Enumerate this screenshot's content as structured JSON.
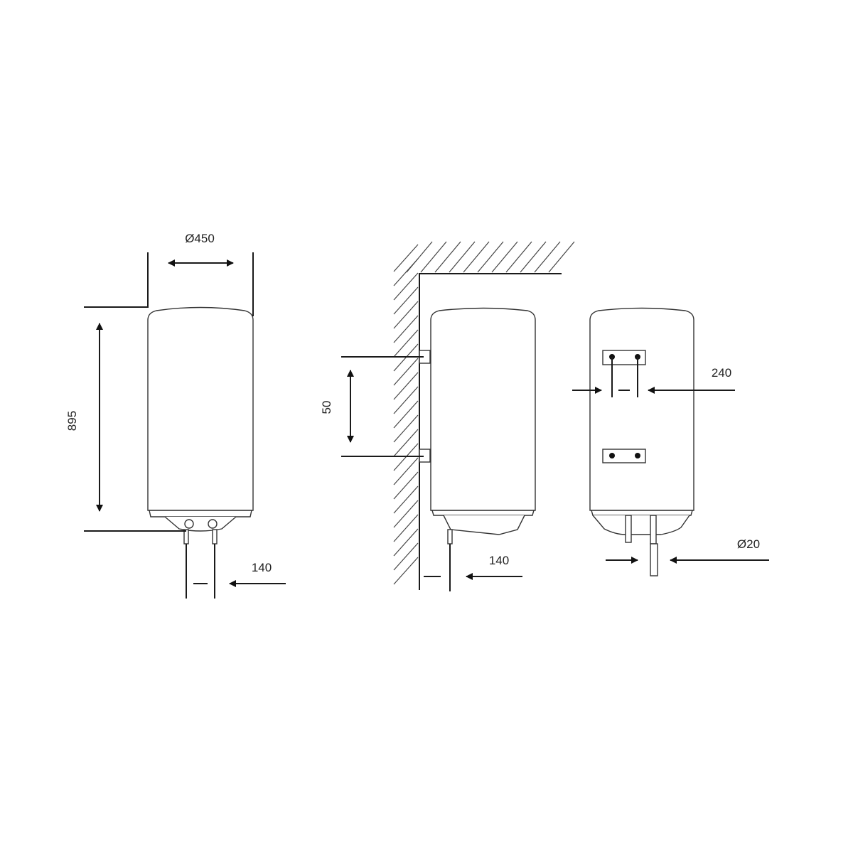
{
  "views": {
    "front": {
      "diameter_label": "Ø450",
      "height_label": "895",
      "pipe_spacing_label": "140"
    },
    "side_wall": {
      "bracket_spacing_label": "50",
      "pipe_offset_label": "140"
    },
    "back": {
      "bracket_hole_spacing_label": "240",
      "pipe_diameter_label": "Ø20"
    }
  },
  "colors": {
    "line": "#1a1a1a",
    "background": "#ffffff"
  }
}
